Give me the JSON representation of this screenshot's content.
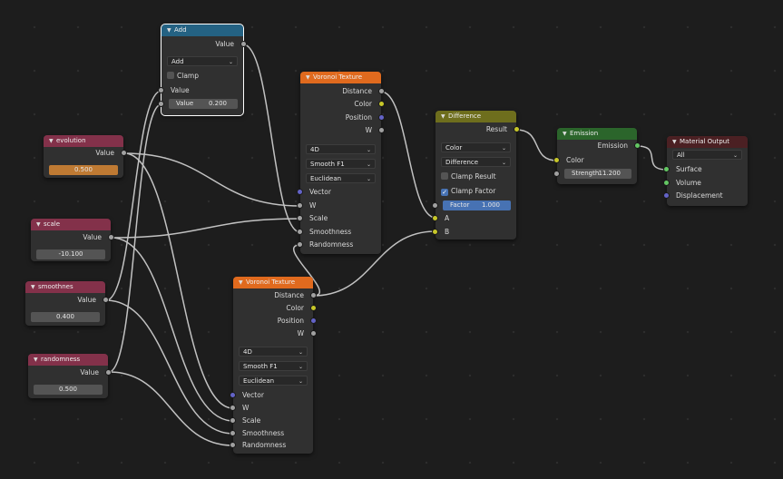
{
  "colors": {
    "background": "#1d1d1d",
    "node_body": "#303030",
    "header_converter": "#246283",
    "header_input": "#83314a",
    "header_texture": "#e06a1e",
    "header_color": "#6e6e1d",
    "header_shader": "#2b652b",
    "header_output": "#4b2023",
    "link": "#c2c2c2",
    "socket_float": "#a1a1a1",
    "socket_color": "#c7c729",
    "socket_vector": "#6363c7",
    "socket_shader": "#63c763",
    "accent_blue": "#4772b3",
    "accent_orange": "#bf7a33"
  },
  "icons": {
    "collapse": "chevron-down-icon",
    "dropdown": "chevron-down-icon",
    "checkbox": "checkmark-icon"
  },
  "nodes": {
    "add": {
      "title": "Add",
      "output_value": "Value",
      "operation": "Add",
      "clamp_label": "Clamp",
      "input_value": "Value",
      "value_label": "Value",
      "value": "0.200"
    },
    "evolution": {
      "title": "evolution",
      "output": "Value",
      "value": "0.500"
    },
    "scale": {
      "title": "scale",
      "output": "Value",
      "value": "-10.100"
    },
    "smoothness": {
      "title": "smoothnes",
      "output": "Value",
      "value": "0.400"
    },
    "randomness": {
      "title": "randomness",
      "output": "Value",
      "value": "0.500"
    },
    "voronoi1": {
      "title": "Voronoi Texture",
      "outputs": [
        "Distance",
        "Color",
        "Position",
        "W"
      ],
      "dimensions": "4D",
      "feature": "Smooth F1",
      "metric": "Euclidean",
      "inputs": [
        "Vector",
        "W",
        "Scale",
        "Smoothness",
        "Randomness"
      ]
    },
    "voronoi2": {
      "title": "Voronoi Texture",
      "outputs": [
        "Distance",
        "Color",
        "Position",
        "W"
      ],
      "dimensions": "4D",
      "feature": "Smooth F1",
      "metric": "Euclidean",
      "inputs": [
        "Vector",
        "W",
        "Scale",
        "Smoothness",
        "Randomness"
      ]
    },
    "difference": {
      "title": "Difference",
      "output": "Result",
      "data_type": "Color",
      "blend_mode": "Difference",
      "clamp_result": "Clamp Result",
      "clamp_factor": "Clamp Factor",
      "factor_label": "Factor",
      "factor_value": "1.000",
      "input_a": "A",
      "input_b": "B"
    },
    "emission": {
      "title": "Emission",
      "output": "Emission",
      "input_color": "Color",
      "strength_label": "Strength",
      "strength_value": "11.200"
    },
    "material_output": {
      "title": "Material Output",
      "target": "All",
      "inputs": [
        "Surface",
        "Volume",
        "Displacement"
      ]
    }
  }
}
